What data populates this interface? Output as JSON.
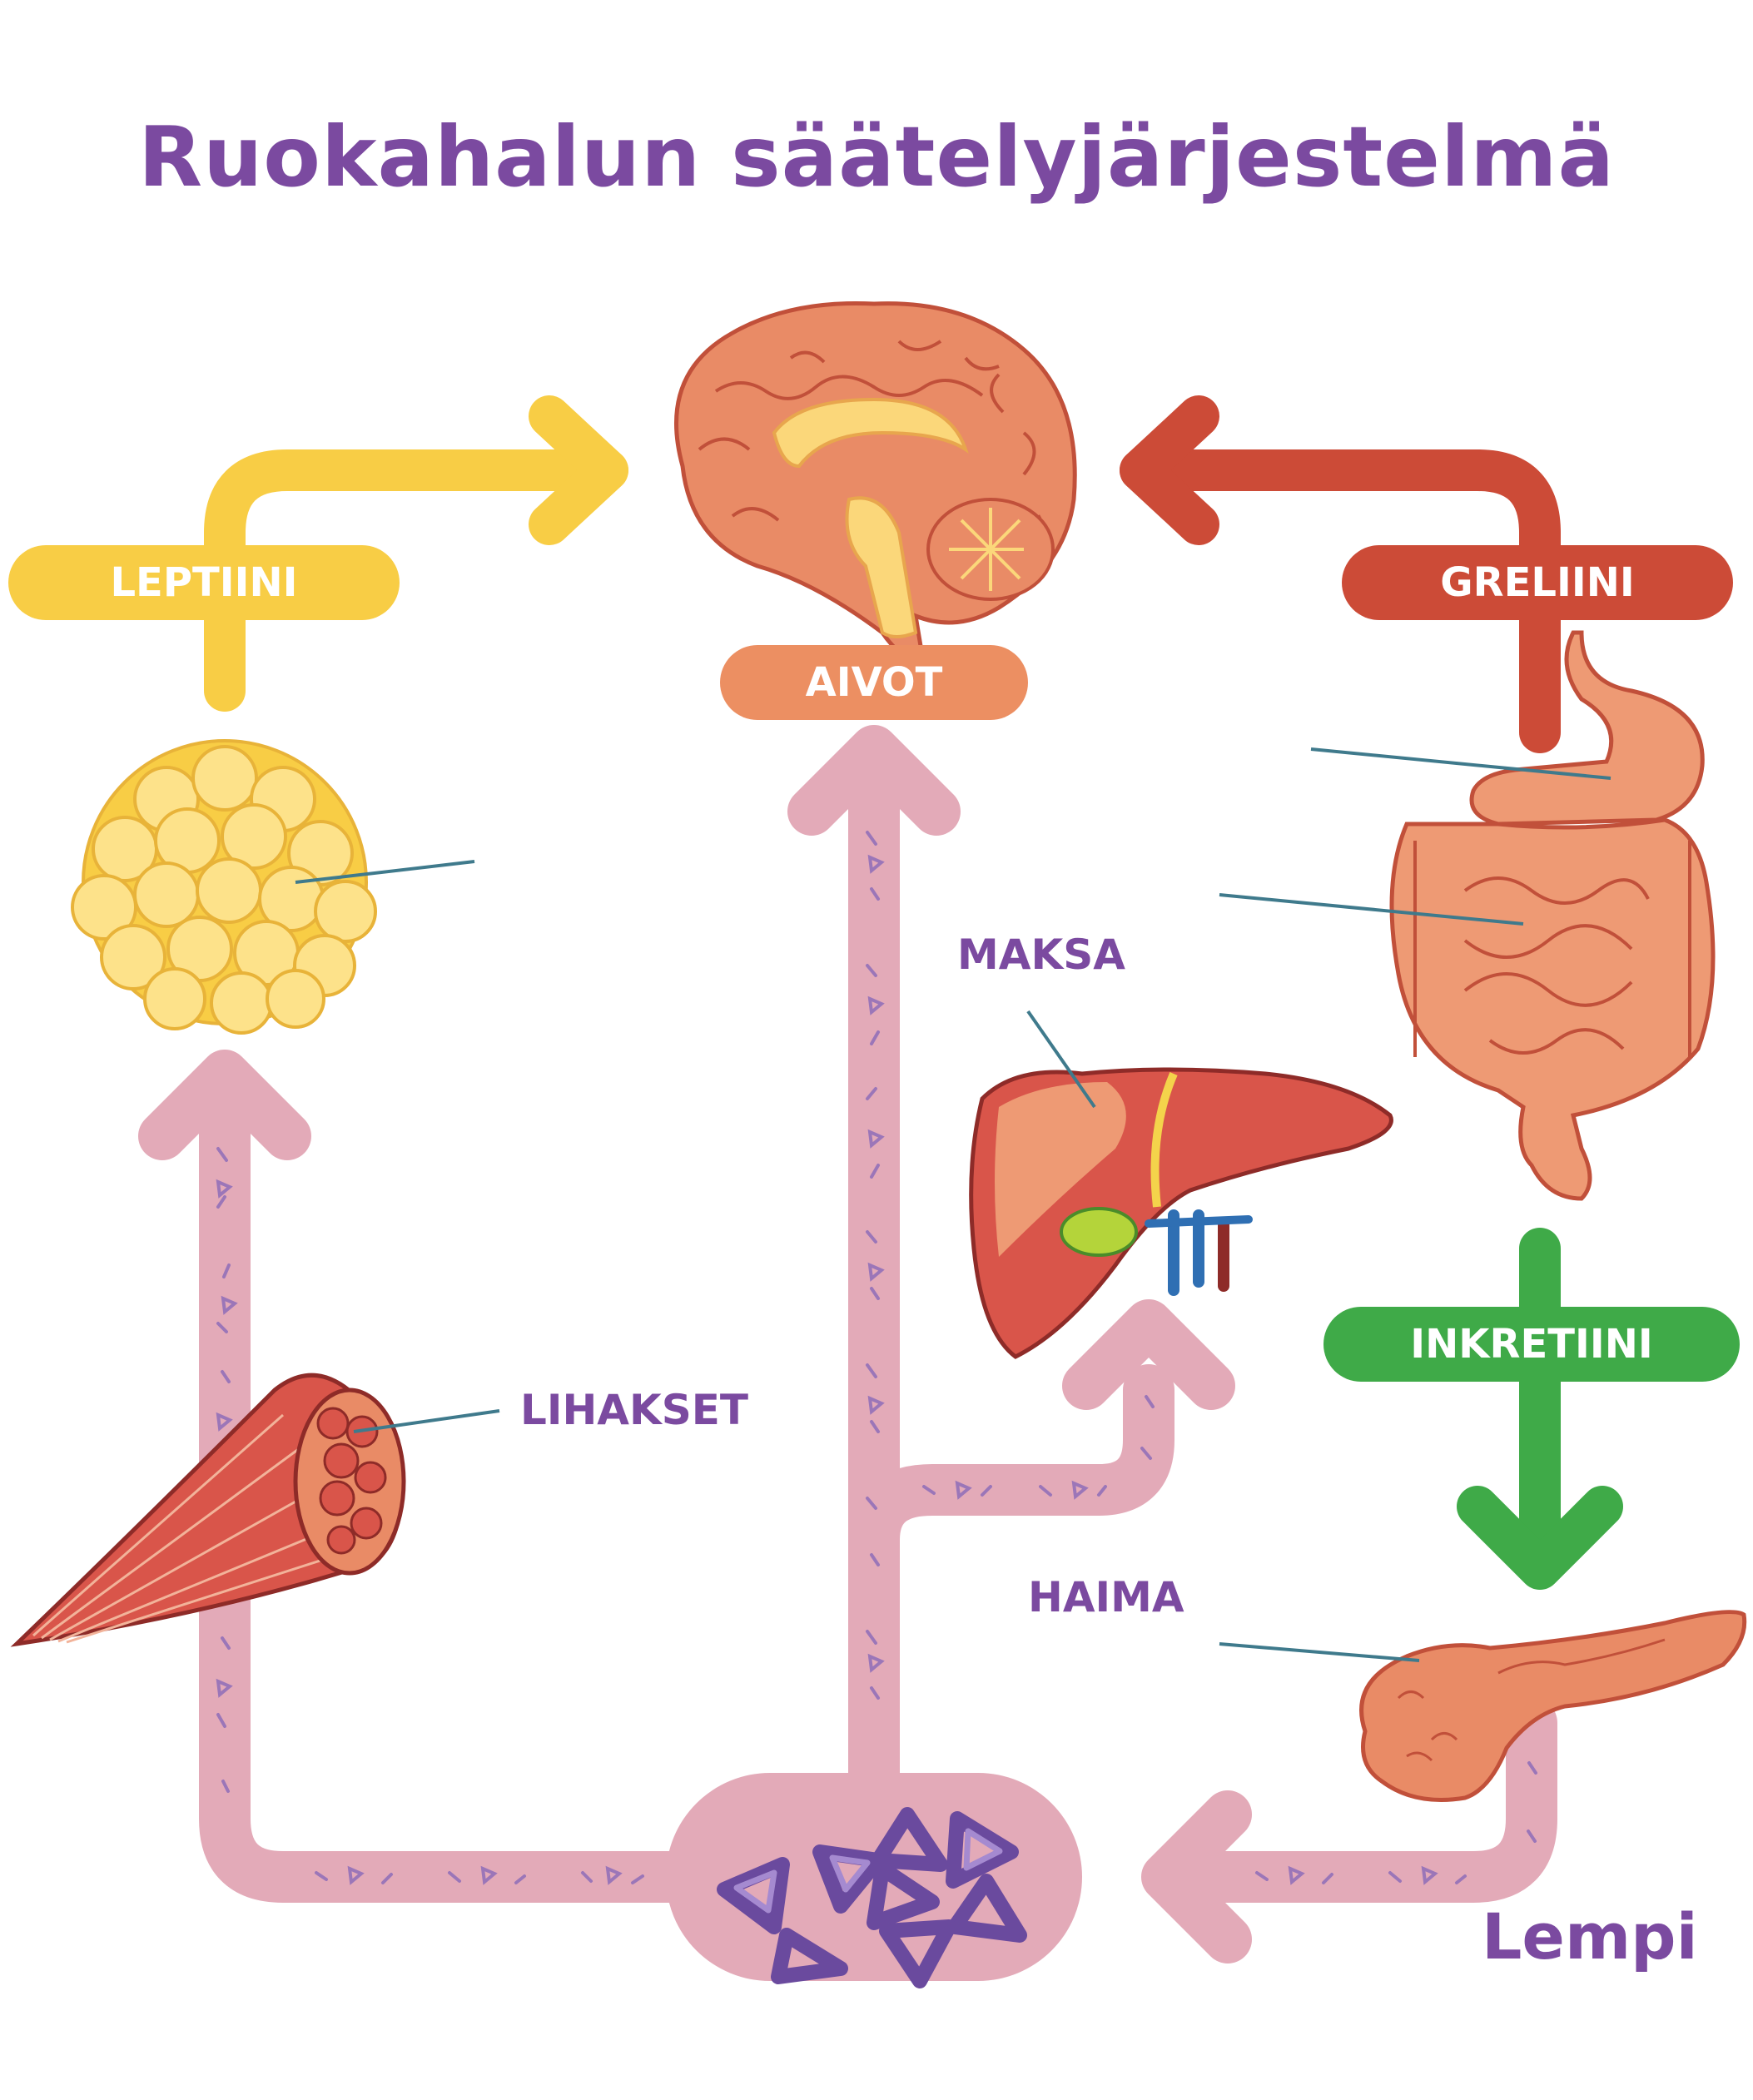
{
  "title": "Ruokahalun säätelyjärjestelmä",
  "hormones": {
    "leptin": "LEPTIINI",
    "ghrelin": "GRELIINI",
    "incretin": "INKRETIINI"
  },
  "organs": {
    "brain": "AIVOT",
    "liver": "MAKSA",
    "muscles": "LIHAKSET",
    "pancreas": "HAIMA"
  },
  "brand": "Lempi",
  "colors": {
    "title": "#7b4aa0",
    "leptin": "#f8cd45",
    "ghrelin": "#cc4b37",
    "incretin": "#3faa48",
    "brain_label": "#ec8f62",
    "blood_path": "#e3aab8",
    "insulin": "#6a4a9e"
  }
}
